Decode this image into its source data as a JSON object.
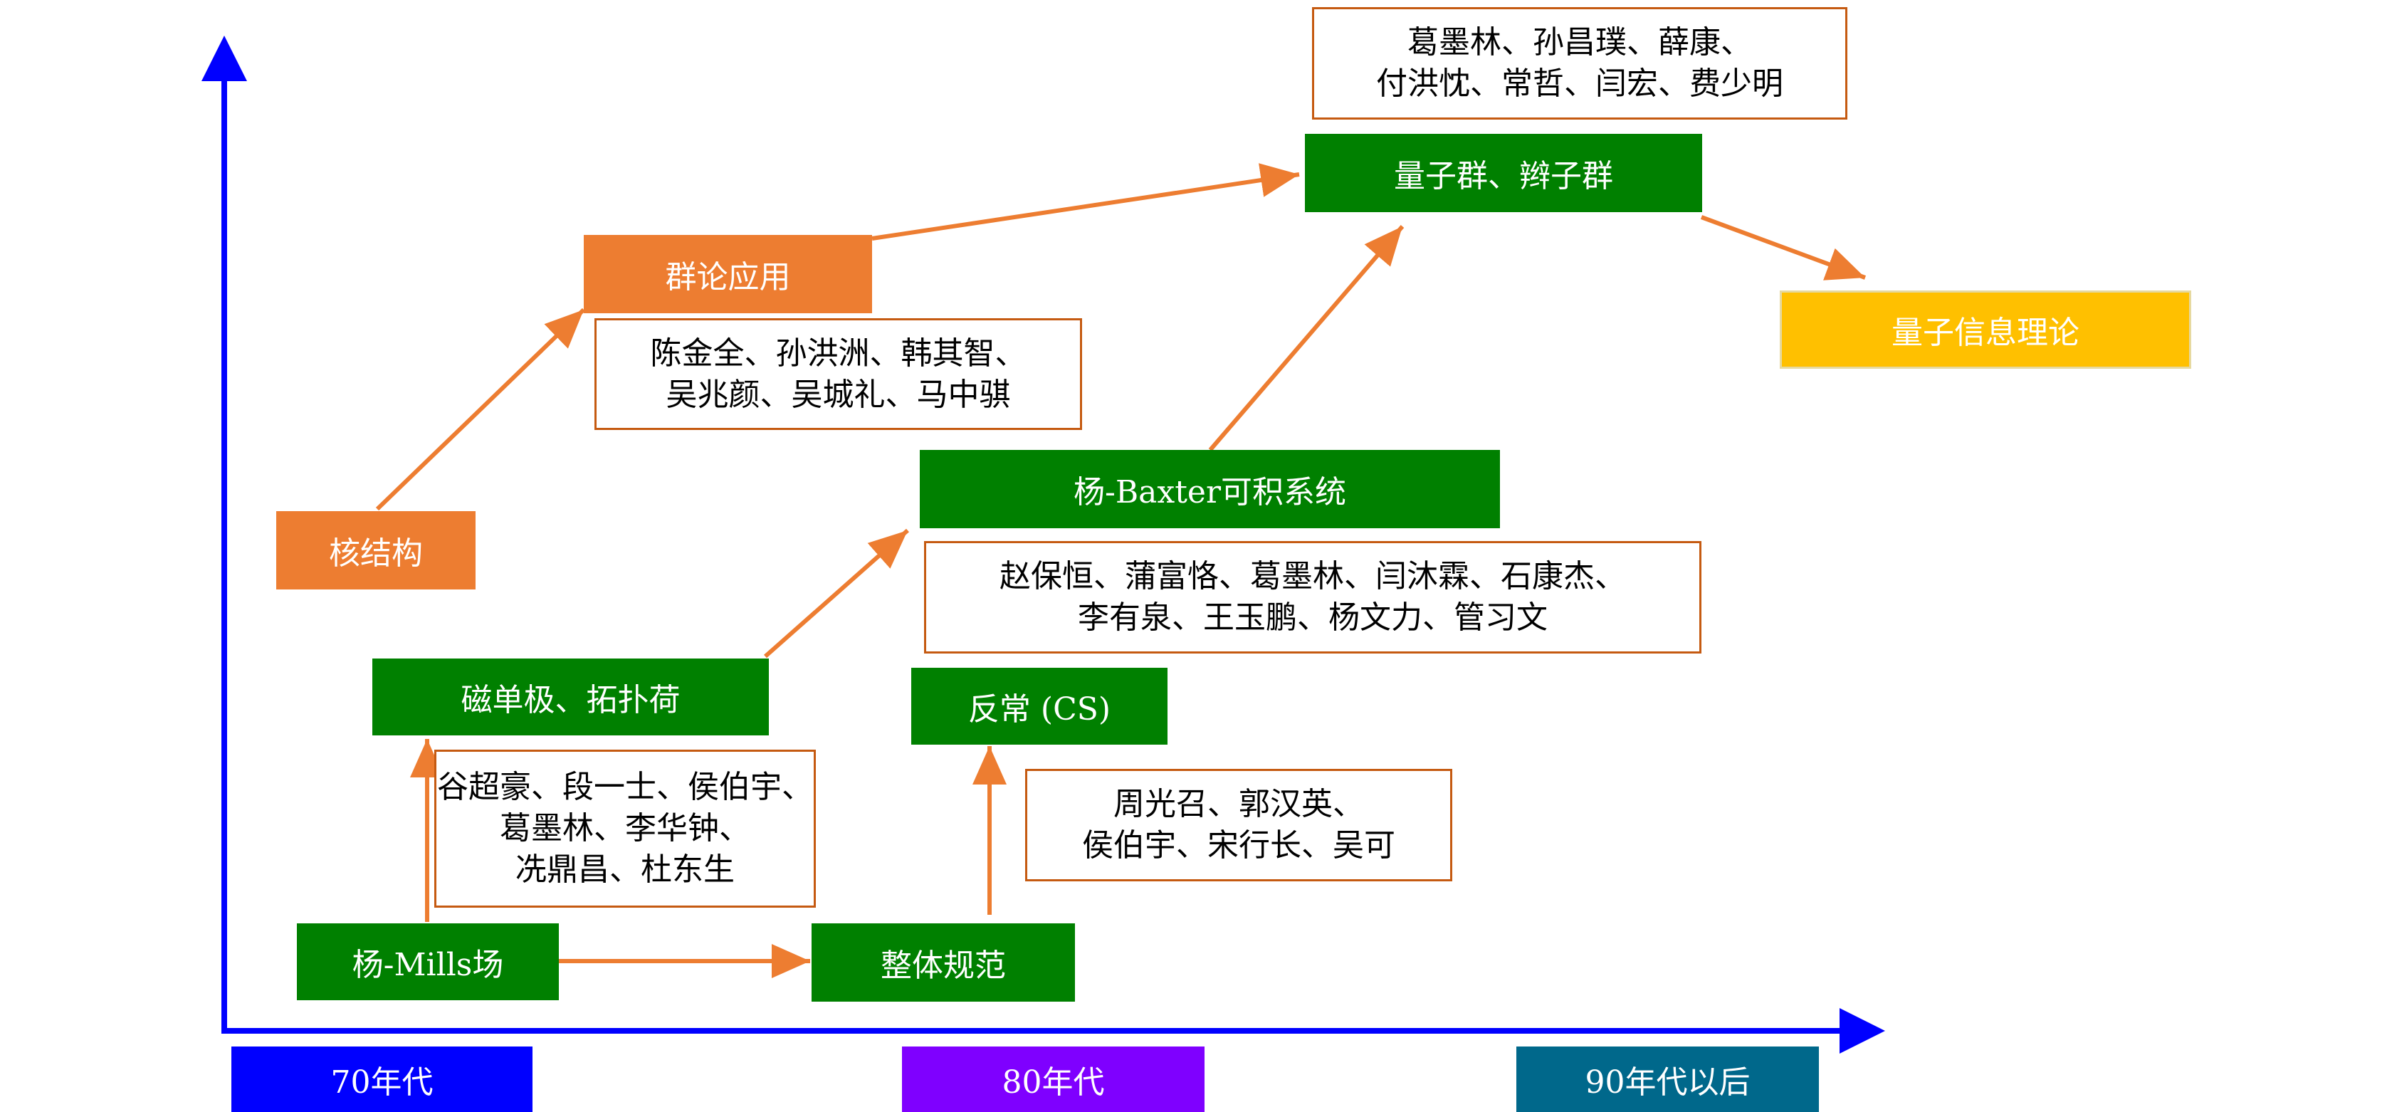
{
  "colors": {
    "axis": "#0000ff",
    "arrow": "#ed7d31",
    "green": "#008000",
    "orange": "#ed7d31",
    "yellow": "#ffc000",
    "era_70s": "#0000ff",
    "era_80s": "#7f00ff",
    "era_90s": "#00688b"
  },
  "eras": {
    "e70": "70年代",
    "e80": "80年代",
    "e90": "90年代以后"
  },
  "nodes": {
    "nuclear_structure": "核结构",
    "group_theory_application": "群论应用",
    "yang_mills": "杨-Mills场",
    "monopole": "磁单极、拓扑荷",
    "global_gauge": "整体规范",
    "anomaly": "反常 (CS)",
    "yang_baxter": "杨-Baxter可积系统",
    "quantum_group": "量子群、辫子群",
    "quantum_information": "量子信息理论"
  },
  "people": {
    "group_theory": [
      "陈金全、孙洪洲、韩其智、",
      "吴兆颜、吴城礼、马中骐"
    ],
    "monopole": [
      "谷超豪、段一士、侯伯宇、",
      "葛墨林、李华钟、",
      "冼鼎昌、杜东生"
    ],
    "anomaly": [
      "周光召、郭汉英、",
      "侯伯宇、宋行长、吴可"
    ],
    "yang_baxter": [
      "赵保恒、蒲富恪、葛墨林、闫沐霖、石康杰、",
      "李有泉、王玉鹏、杨文力、管习文"
    ],
    "quantum_group": [
      "葛墨林、孙昌璞、薛康、",
      "付洪忱、常哲、闫宏、费少明"
    ]
  }
}
